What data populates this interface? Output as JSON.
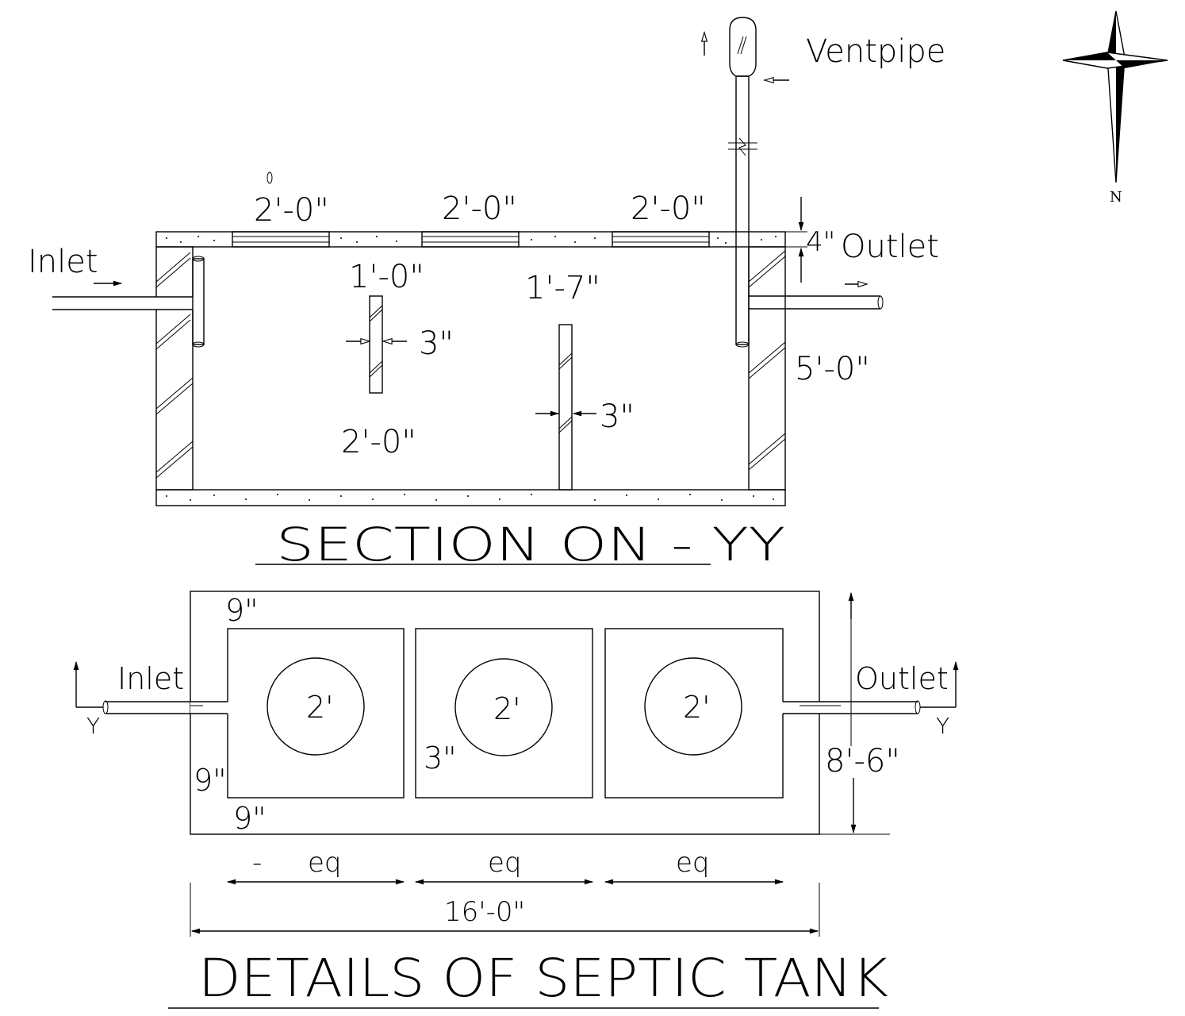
{
  "section": {
    "title": "SECTION ON - YY",
    "inlet_label": "Inlet",
    "outlet_label": "Outlet",
    "ventpipe_label": "Ventpipe",
    "cover_slab_dim": "4\"",
    "opening_dims": [
      "2'-0\"",
      "2'-0\"",
      "2'-0\""
    ],
    "baffle1_top": "1'-0\"",
    "baffle1_thickness": "3\"",
    "baffle1_bottom": "2'-0\"",
    "baffle2_top": "1'-7\"",
    "baffle2_thickness": "3\"",
    "depth_dim": "5'-0\""
  },
  "plan": {
    "title": "DETAILS OF SEPTIC TANK",
    "inlet_label": "Inlet",
    "outlet_label": "Outlet",
    "section_mark_left": "Y",
    "section_mark_right": "Y",
    "wall_top": "9\"",
    "wall_left": "9\"",
    "wall_bottom": "9\"",
    "partition_wall": "3\"",
    "manholes": [
      "2'",
      "2'",
      "2'"
    ],
    "width_dim": "8'-6\"",
    "chambers": [
      "eq",
      "eq",
      "eq"
    ],
    "chamber_dash": "-",
    "length_dim": "16'-0\""
  },
  "north_label": "N"
}
